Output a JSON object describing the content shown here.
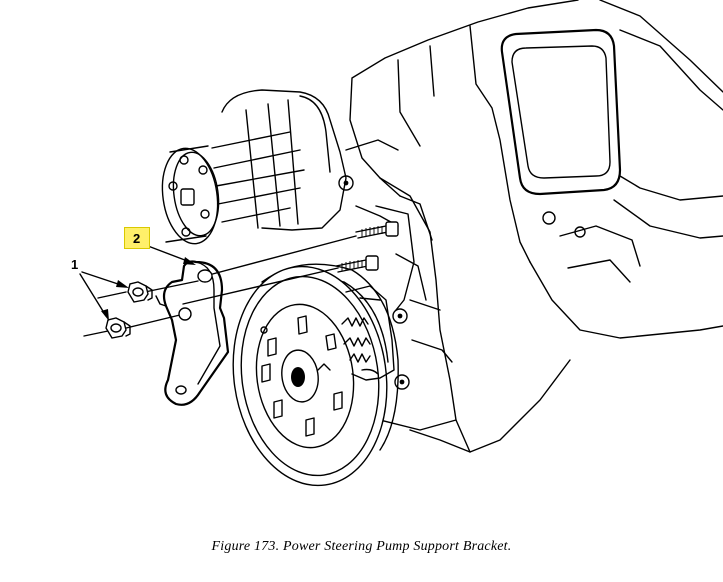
{
  "figure": {
    "callouts": [
      {
        "id": "1",
        "label": "1",
        "color": "#ffffff",
        "target": "nuts"
      },
      {
        "id": "2",
        "label": "2",
        "color": "#fff06a",
        "target": "support-bracket"
      }
    ],
    "caption": "Figure 173.  Power Steering Pump Support Bracket."
  }
}
